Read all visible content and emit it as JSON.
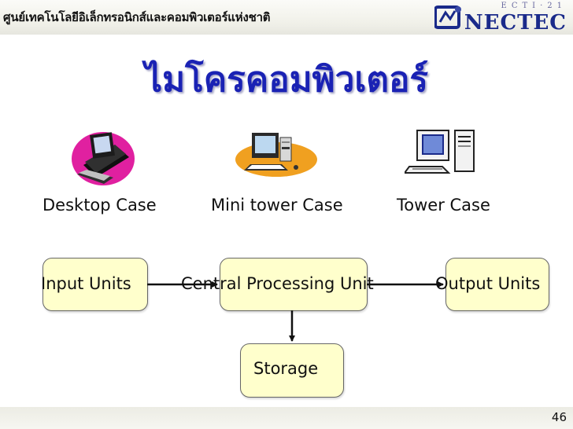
{
  "header": {
    "org_name": "ศูนย์เทคโนโลยีอิเล็กทรอนิกส์และคอมพิวเตอร์แห่งชาติ",
    "logo_top": "ECTI·21",
    "logo_word": "NECTEC"
  },
  "slide": {
    "title": "ไมโครคอมพิวเตอร์",
    "page_number": "46"
  },
  "cases": [
    {
      "label": "Desktop Case",
      "icon": "desktop-computer-icon"
    },
    {
      "label": "Mini tower Case",
      "icon": "mini-tower-computer-icon"
    },
    {
      "label": "Tower Case",
      "icon": "tower-computer-icon"
    }
  ],
  "diagram": {
    "input": "Input Units",
    "cpu": "Central Processing Unit",
    "output": "Output Units",
    "storage": "Storage"
  },
  "colors": {
    "title": "#1a22b4",
    "box_fill": "#ffffcc",
    "logo": "#1a2a8a"
  }
}
